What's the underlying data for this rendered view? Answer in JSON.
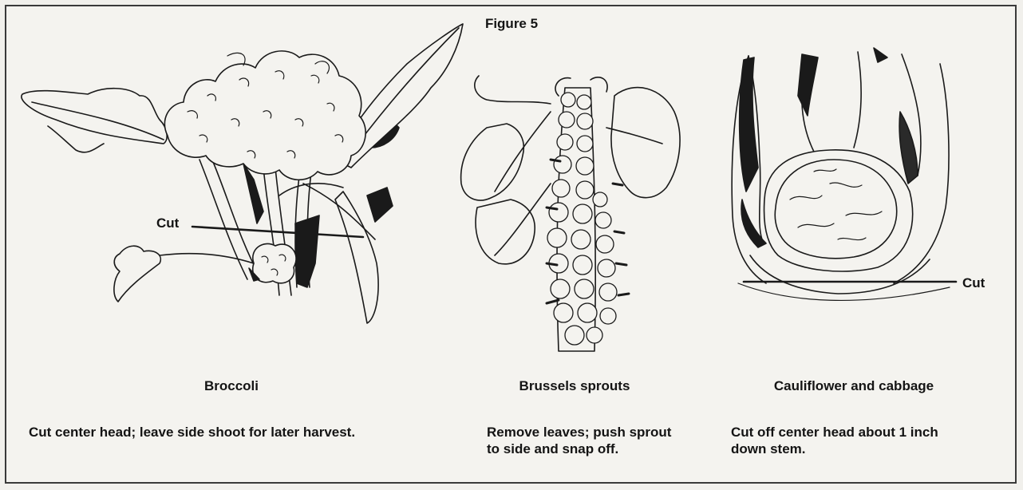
{
  "figure": {
    "title": "Figure 5",
    "panels": [
      {
        "name": "Broccoli",
        "cut_label": "Cut",
        "description": "Cut center head; leave side shoot for later harvest."
      },
      {
        "name": "Brussels sprouts",
        "description": "Remove leaves; push sprout to side and snap off."
      },
      {
        "name": "Cauliflower and cabbage",
        "cut_label": "Cut",
        "description": "Cut off center head about 1 inch down stem."
      }
    ]
  }
}
